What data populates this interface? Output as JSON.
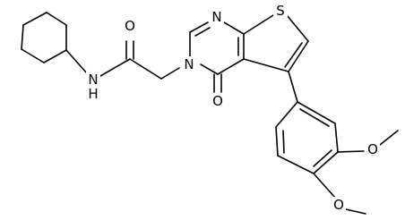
{
  "molecule": {
    "atoms": {
      "O_amide": "O",
      "NH_amide": "N",
      "H_amide": "H",
      "N_pyrimidine_top": "N",
      "N_pyrimidine_3": "N",
      "S_thiophene": "S",
      "O_keto": "O",
      "O_methoxy_3": "O",
      "O_methoxy_4": "O"
    }
  },
  "colors": {
    "bond": "#000000",
    "label": "#000000",
    "background": "#ffffff"
  }
}
